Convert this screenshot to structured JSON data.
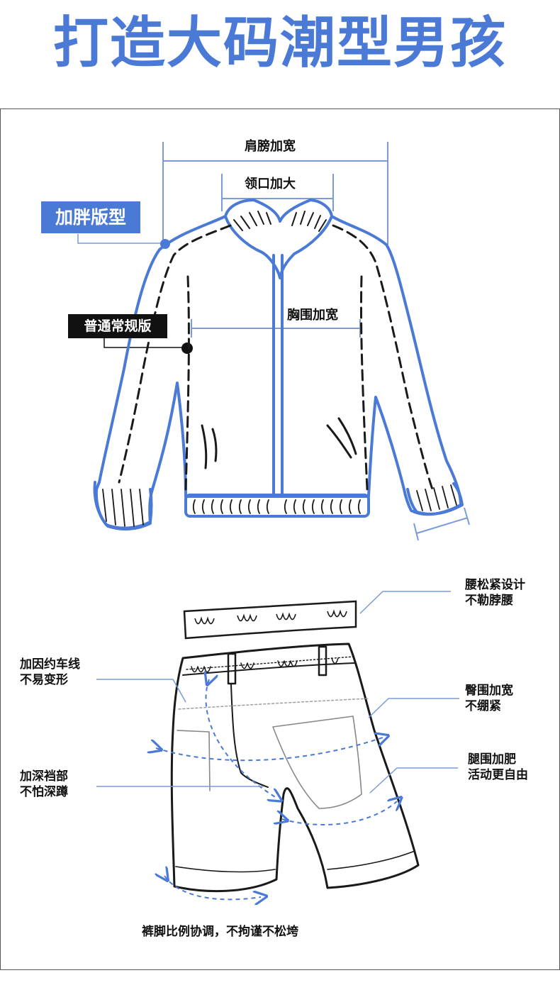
{
  "headline": "打造大码潮型男孩",
  "jacket": {
    "shoulder_label": "肩膀加宽",
    "collar_label": "领口加大",
    "chest_label": "胸围加宽",
    "plus_fit_tag": "加胖版型",
    "regular_fit_tag": "普通常规版"
  },
  "shorts": {
    "waist_line1": "腰松紧设计",
    "waist_line2": "不勒脖腰",
    "seam_line1": "加因约车线",
    "seam_line2": "不易变形",
    "hip_line1": "臀围加宽",
    "hip_line2": "不绷紧",
    "crotch_line1": "加深裆部",
    "crotch_line2": "不怕深蹲",
    "thigh_line1": "腿围加肥",
    "thigh_line2": "活动更自由",
    "hem_caption": "裤脚比例协调，不拘谨不松垮"
  },
  "colors": {
    "accent": "#4a7ad6",
    "outline": "#1a1a1a",
    "annotation_line": "#7a9bd8"
  }
}
